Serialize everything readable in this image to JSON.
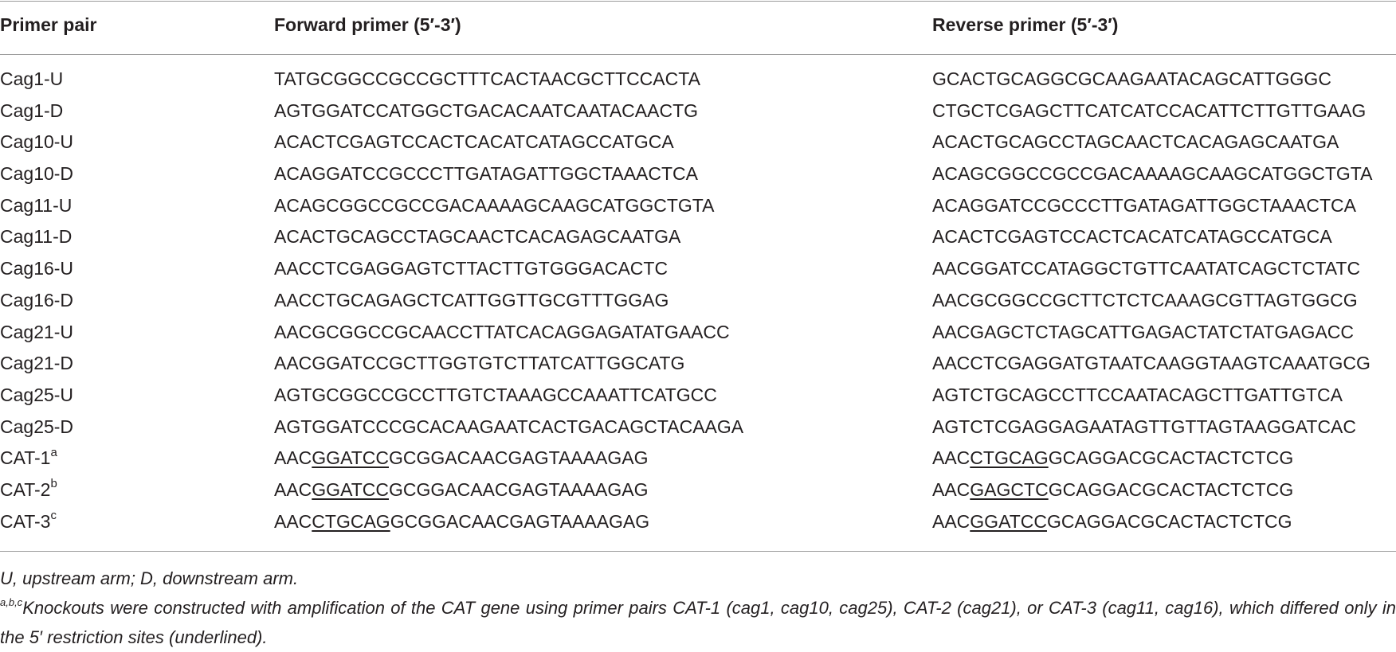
{
  "table": {
    "headers": {
      "primer_pair": "Primer pair",
      "forward": "Forward primer (5′-3′)",
      "reverse": "Reverse primer (5′-3′)"
    },
    "rows": [
      {
        "name": "Cag1-U",
        "sup": "",
        "fwd_pre": "TATGCGGCCGCCGCTTTCACTAACGCTTCCACTA",
        "fwd_ul": "",
        "fwd_post": "",
        "rev_pre": "GCACTGCAGGCGCAAGAATACAGCATTGGGC",
        "rev_ul": "",
        "rev_post": ""
      },
      {
        "name": "Cag1-D",
        "sup": "",
        "fwd_pre": "AGTGGATCCATGGCTGACACAATCAATACAACTG",
        "fwd_ul": "",
        "fwd_post": "",
        "rev_pre": "CTGCTCGAGCTTCATCATCCACATTCTTGTTGAAG",
        "rev_ul": "",
        "rev_post": ""
      },
      {
        "name": "Cag10-U",
        "sup": "",
        "fwd_pre": "ACACTCGAGTCCACTCACATCATAGCCATGCA",
        "fwd_ul": "",
        "fwd_post": "",
        "rev_pre": "ACACTGCAGCCTAGCAACTCACAGAGCAATGA",
        "rev_ul": "",
        "rev_post": ""
      },
      {
        "name": "Cag10-D",
        "sup": "",
        "fwd_pre": "ACAGGATCCGCCCTTGATAGATTGGCTAAACTCA",
        "fwd_ul": "",
        "fwd_post": "",
        "rev_pre": "ACAGCGGCCGCCGACAAAAGCAAGCATGGCTGTA",
        "rev_ul": "",
        "rev_post": ""
      },
      {
        "name": "Cag11-U",
        "sup": "",
        "fwd_pre": "ACAGCGGCCGCCGACAAAAGCAAGCATGGCTGTA",
        "fwd_ul": "",
        "fwd_post": "",
        "rev_pre": "ACAGGATCCGCCCTTGATAGATTGGCTAAACTCA",
        "rev_ul": "",
        "rev_post": ""
      },
      {
        "name": "Cag11-D",
        "sup": "",
        "fwd_pre": "ACACTGCAGCCTAGCAACTCACAGAGCAATGA",
        "fwd_ul": "",
        "fwd_post": "",
        "rev_pre": "ACACTCGAGTCCACTCACATCATAGCCATGCA",
        "rev_ul": "",
        "rev_post": ""
      },
      {
        "name": "Cag16-U",
        "sup": "",
        "fwd_pre": "AACCTCGAGGAGTCTTACTTGTGGGACACTC",
        "fwd_ul": "",
        "fwd_post": "",
        "rev_pre": "AACGGATCCATAGGCTGTTCAATATCAGCTCTATC",
        "rev_ul": "",
        "rev_post": ""
      },
      {
        "name": "Cag16-D",
        "sup": "",
        "fwd_pre": "AACCTGCAGAGCTCATTGGTTGCGTTTGGAG",
        "fwd_ul": "",
        "fwd_post": "",
        "rev_pre": "AACGCGGCCGCTTCTCTCAAAGCGTTAGTGGCG",
        "rev_ul": "",
        "rev_post": ""
      },
      {
        "name": "Cag21-U",
        "sup": "",
        "fwd_pre": "AACGCGGCCGCAACCTTATCACAGGAGATATGAACC",
        "fwd_ul": "",
        "fwd_post": "",
        "rev_pre": "AACGAGCTCTAGCATTGAGACTATCTATGAGACC",
        "rev_ul": "",
        "rev_post": ""
      },
      {
        "name": "Cag21-D",
        "sup": "",
        "fwd_pre": "AACGGATCCGCTTGGTGTCTTATCATTGGCATG",
        "fwd_ul": "",
        "fwd_post": "",
        "rev_pre": "AACCTCGAGGATGTAATCAAGGTAAGTCAAATGCG",
        "rev_ul": "",
        "rev_post": ""
      },
      {
        "name": "Cag25-U",
        "sup": "",
        "fwd_pre": "AGTGCGGCCGCCTTGTCTAAAGCCAAATTCATGCC",
        "fwd_ul": "",
        "fwd_post": "",
        "rev_pre": "AGTCTGCAGCCTTCCAATACAGCTTGATTGTCA",
        "rev_ul": "",
        "rev_post": ""
      },
      {
        "name": "Cag25-D",
        "sup": "",
        "fwd_pre": "AGTGGATCCCGCACAAGAATCACTGACAGCTACAAGA",
        "fwd_ul": "",
        "fwd_post": "",
        "rev_pre": "AGTCTCGAGGAGAATAGTTGTTAGTAAGGATCAC",
        "rev_ul": "",
        "rev_post": ""
      },
      {
        "name": "CAT-1",
        "sup": "a",
        "fwd_pre": "AAC",
        "fwd_ul": "GGATCC",
        "fwd_post": "GCGGACAACGAGTAAAAGAG",
        "rev_pre": "AAC",
        "rev_ul": "CTGCAG",
        "rev_post": "GCAGGACGCACTACTCTCG"
      },
      {
        "name": "CAT-2",
        "sup": "b",
        "fwd_pre": "AAC",
        "fwd_ul": "GGATCC",
        "fwd_post": "GCGGACAACGAGTAAAAGAG",
        "rev_pre": "AAC",
        "rev_ul": "GAGCTC",
        "rev_post": "GCAGGACGCACTACTCTCG"
      },
      {
        "name": "CAT-3",
        "sup": "c",
        "fwd_pre": "AAC",
        "fwd_ul": "CTGCAG",
        "fwd_post": "GCGGACAACGAGTAAAAGAG",
        "rev_pre": "AAC",
        "rev_ul": "GGATCC",
        "rev_post": "GCAGGACGCACTACTCTCG"
      }
    ]
  },
  "footnotes": {
    "note1": "U, upstream arm; D, downstream arm.",
    "note2_sup": "a,b,c",
    "note2_text": "Knockouts were constructed with amplification of the CAT gene using primer pairs CAT-1 (cag1, cag10, cag25), CAT-2 (cag21), or CAT-3 (cag11, cag16), which differed only in the 5′ restriction sites (underlined)."
  }
}
